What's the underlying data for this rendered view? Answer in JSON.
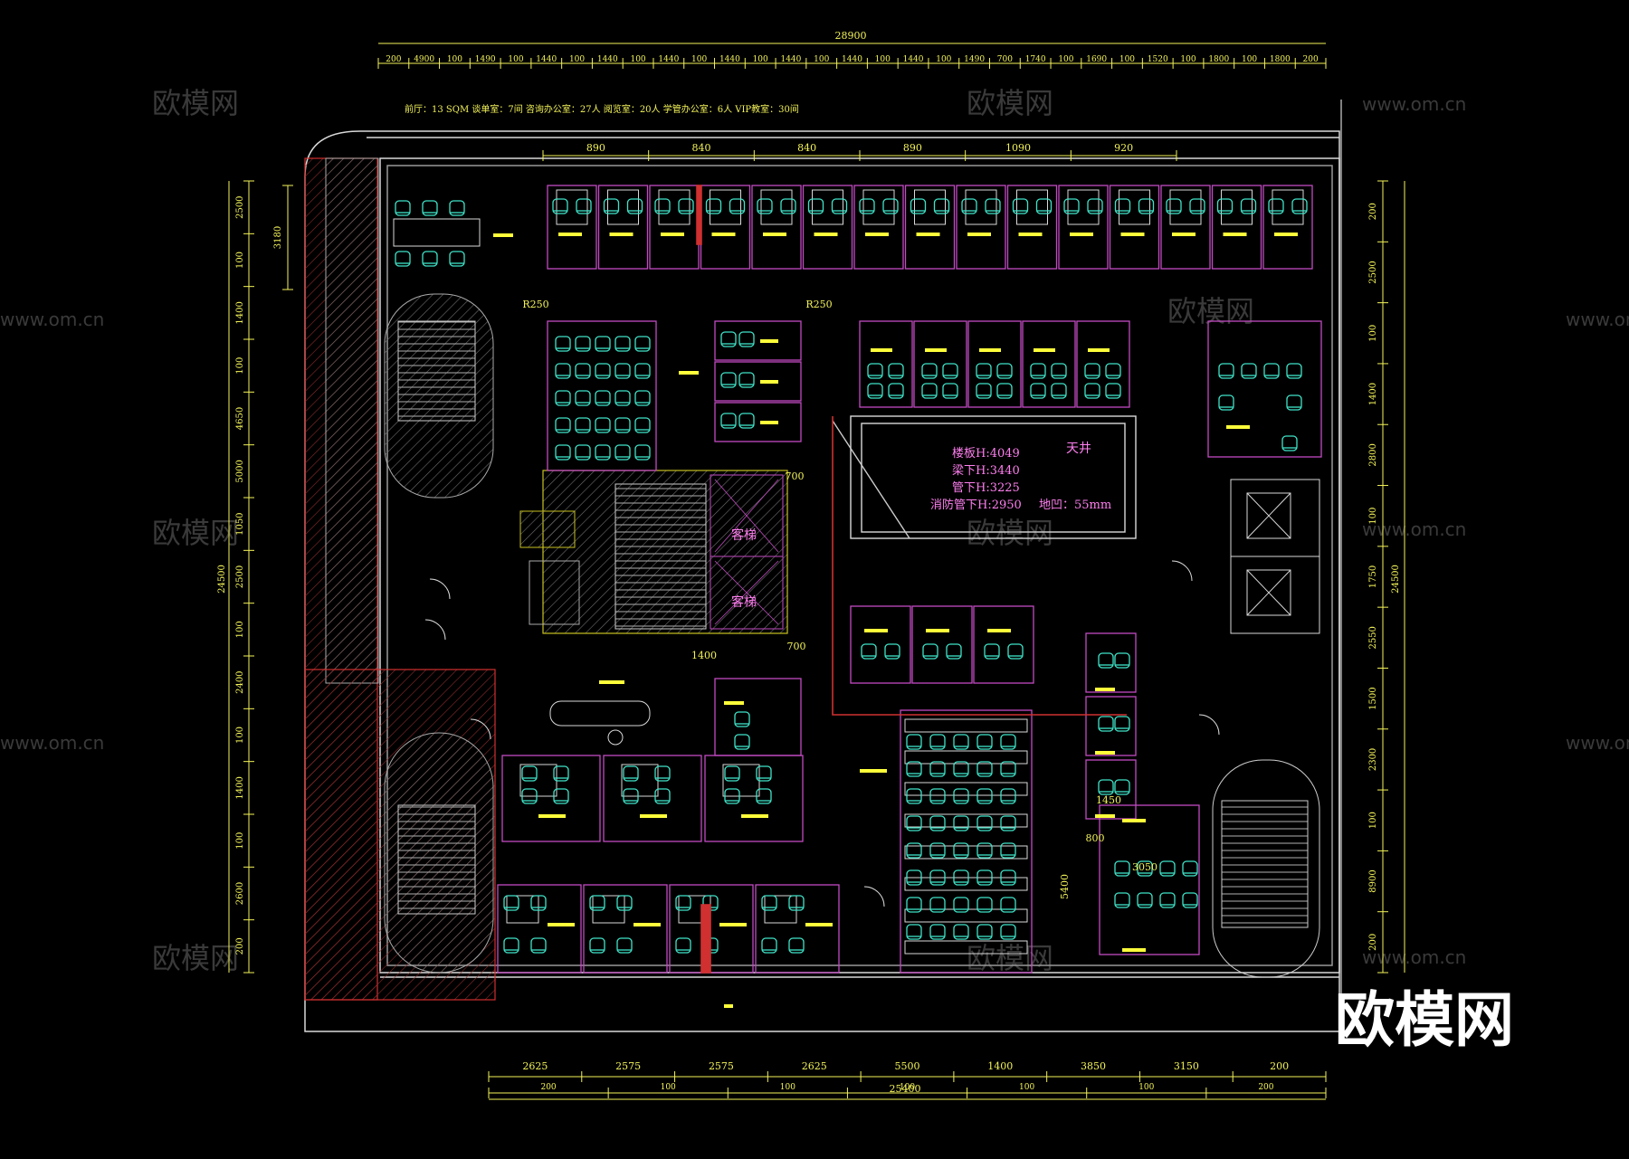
{
  "colors": {
    "background": "#000000",
    "dimension": "#f3f35a",
    "wall_white": "#d9d9d9",
    "partition_magenta": "#c24bc2",
    "chair_cyan": "#3fe3c8",
    "hatch_red": "#d03030",
    "stair_gray": "#8a8a8a",
    "text_pink": "#ff7ff0",
    "label_yellow": "#ffff3a",
    "watermark": "#3a3a3a"
  },
  "drawing": {
    "summary": "前厅：13 SQM    谈单室：7间    咨询办公室：27人    阅览室：20人    学管办公室：6人    VIP教室：30间",
    "lightwell_label": "天井",
    "lightwell_notes": [
      "楼板H:4049",
      "梁下H:3440",
      "管下H:3225",
      "消防管下H:2950"
    ],
    "pit_note": "地凹：55mm",
    "elevator_labels": [
      "客梯",
      "客梯"
    ],
    "watermark_text": "欧模网",
    "watermark_url": "www.om.cn",
    "brand_logo": "欧模网"
  },
  "dimensions": {
    "top_total": "28900",
    "top_segments": [
      "200",
      "4900",
      "100",
      "1490",
      "100",
      "1440",
      "100",
      "1440",
      "100",
      "1440",
      "100",
      "1440",
      "100",
      "1440",
      "100",
      "1440",
      "100",
      "1440",
      "100",
      "1490",
      "700",
      "1740",
      "100",
      "1690",
      "100",
      "1520",
      "100",
      "1800",
      "100",
      "1800",
      "200"
    ],
    "top_inner": [
      "890",
      "840",
      "840",
      "890",
      "1090",
      "920"
    ],
    "bottom_upper": [
      "2625",
      "2575",
      "2575",
      "2625",
      "5500",
      "1400",
      "3850",
      "3150",
      "200"
    ],
    "bottom_lower": [
      "200",
      "100",
      "100",
      "100",
      "100",
      "100",
      "200"
    ],
    "bottom_total": "25400",
    "left_outer_total": "24500",
    "left_segments": [
      "2500",
      "100",
      "1400",
      "100",
      "4650",
      "5000",
      "1050",
      "2500",
      "100",
      "2400",
      "100",
      "1400",
      "100",
      "2600",
      "200"
    ],
    "left_inner": "3180",
    "right_total": "24500",
    "right_segments": [
      "200",
      "2500",
      "100",
      "1400",
      "2800",
      "100",
      "1750",
      "2550",
      "1500",
      "2300",
      "100",
      "8900",
      "200"
    ],
    "interior_labels": [
      "R250",
      "R250",
      "700",
      "700",
      "1400",
      "1450",
      "800",
      "5400",
      "3050"
    ]
  }
}
